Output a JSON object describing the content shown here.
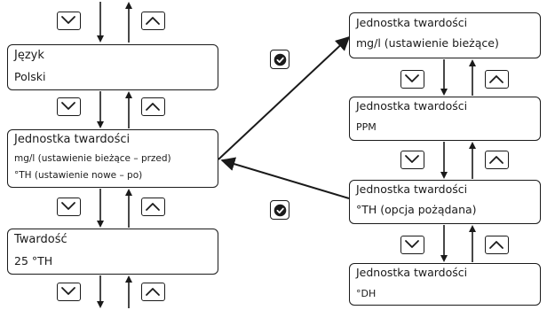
{
  "left_column": {
    "language": {
      "title": "Język",
      "value": "Polski"
    },
    "hardness_unit": {
      "title": "Jednostka twardości",
      "current": "mg/l (ustawienie bieżące – przed)",
      "new": "°TH (ustawienie nowe – po)"
    },
    "hardness": {
      "title": "Twardość",
      "value": "25 °TH"
    }
  },
  "right_column": [
    {
      "title": "Jednostka twardości",
      "value": "mg/l (ustawienie bieżące)"
    },
    {
      "title": "Jednostka twardości",
      "value": "PPM"
    },
    {
      "title": "Jednostka twardości",
      "value": "°TH (opcja pożądana)"
    },
    {
      "title": "Jednostka twardości",
      "value": "°DH"
    }
  ],
  "icons": {
    "down_button": "chevron-down-icon",
    "up_button": "chevron-up-icon",
    "confirm": "checkmark-circle-icon"
  }
}
